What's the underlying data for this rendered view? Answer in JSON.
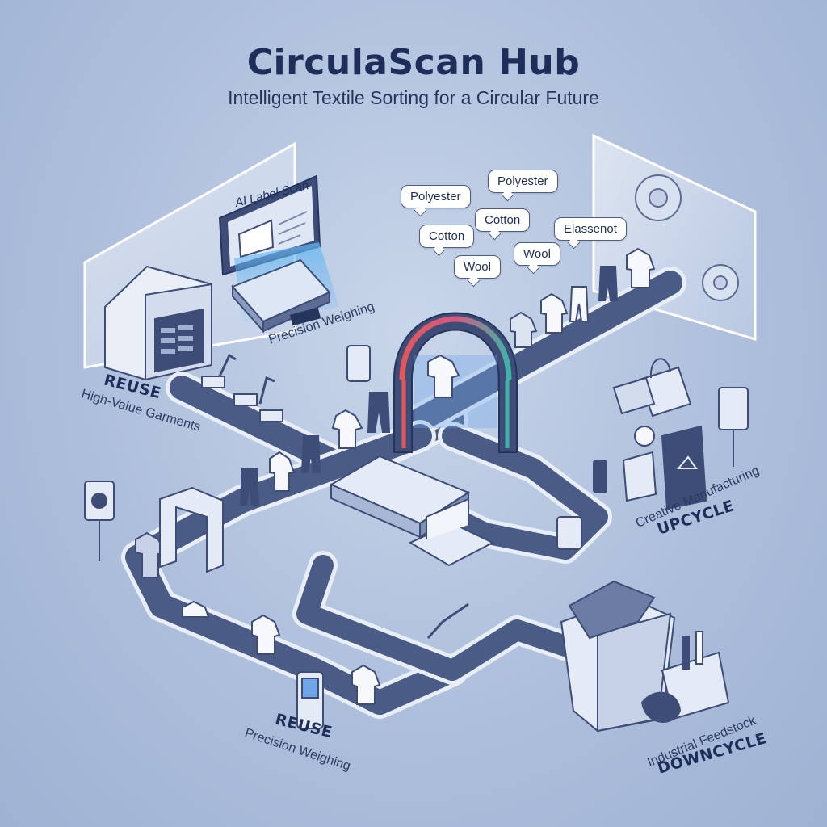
{
  "header": {
    "title": "CirculaScan Hub",
    "subtitle": "Intelligent Textile Sorting for a Circular Future"
  },
  "scanner": {
    "label": "AI Label Scan"
  },
  "weighing": {
    "label": "Precision Weighing"
  },
  "fiber_tags": [
    {
      "text": "Polyester"
    },
    {
      "text": "Polyester"
    },
    {
      "text": "Cotton"
    },
    {
      "text": "Cotton"
    },
    {
      "text": "Elassenot"
    },
    {
      "text": "Wool"
    },
    {
      "text": "Wool"
    }
  ],
  "stations": {
    "reuse_top": {
      "title": "REUSE",
      "caption": "High-Value Garments"
    },
    "upcycle": {
      "title": "UPCYCLE",
      "caption": "Creative Manufacturing"
    },
    "reuse_bottom": {
      "title": "REUSE",
      "caption": "Precision Weighing"
    },
    "downcycle": {
      "title": "DOWNCYCLE",
      "caption": "Industrial Feedstock"
    }
  },
  "colors": {
    "title": "#1d2e5a",
    "belt": "#4a5b85",
    "belt_edge": "#e8eef8",
    "scanner_arch_red": "#e2575b",
    "scanner_arch_teal": "#3fb3a6",
    "scan_beam": "#63b6f2",
    "background": "#b3c3de"
  },
  "icons": [
    "warehouse-icon",
    "robot-arm-icon",
    "gear-icon",
    "shopping-bag-icon",
    "teddy-bear-icon",
    "recycle-icon",
    "bin-icon",
    "sewing-machine-icon"
  ]
}
